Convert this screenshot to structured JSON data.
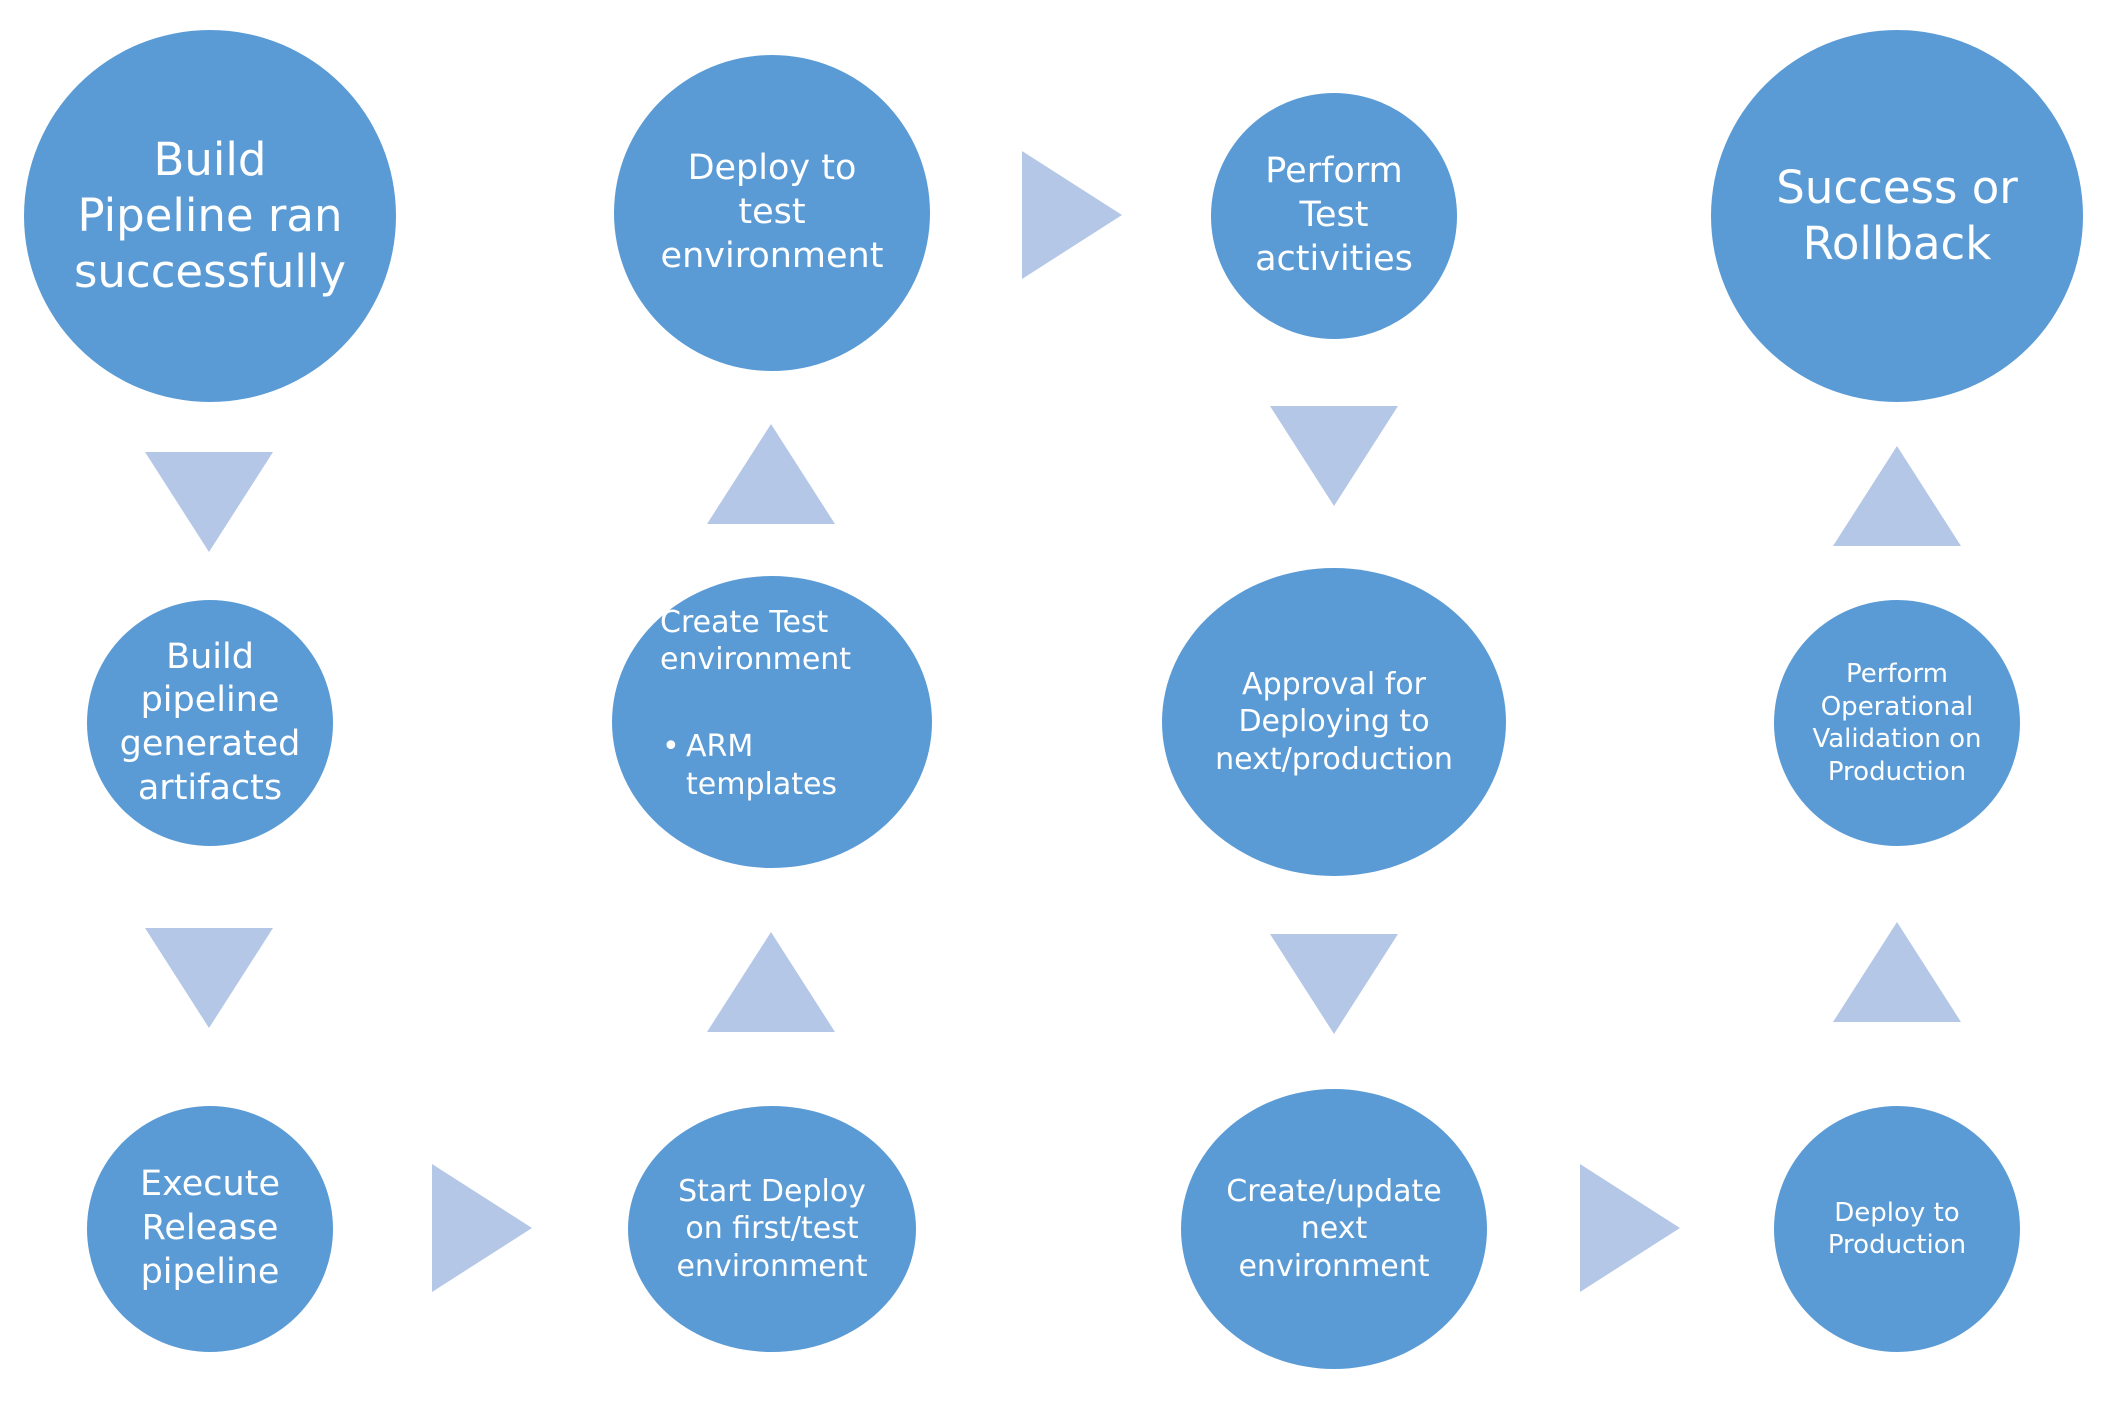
{
  "colors": {
    "node_fill": "#5b9bd5",
    "arrow_fill": "#b4c7e7",
    "text": "#ffffff",
    "background": "#ffffff"
  },
  "nodes": {
    "build_pipeline_ran": "Build\nPipeline ran\nsuccessfully",
    "build_artifacts": "Build\npipeline\ngenerated\nartifacts",
    "execute_release": "Execute\nRelease\npipeline",
    "start_deploy": "Start Deploy\non first/test\nenvironment",
    "create_test_env": {
      "label": "Create Test\nenvironment",
      "bullets": [
        "ARM\ntemplates"
      ]
    },
    "deploy_test_env": "Deploy to\ntest\nenvironment",
    "perform_test": "Perform\nTest\nactivities",
    "approval": "Approval for\nDeploying to\nnext/production",
    "create_update_env": "Create/update\nnext\nenvironment",
    "deploy_production": "Deploy to\nProduction",
    "operational_validation": "Perform\nOperational\nValidation on\nProduction",
    "success_rollback": "Success or\nRollback"
  },
  "arrows": [
    {
      "from": "build_pipeline_ran",
      "to": "build_artifacts",
      "direction": "down"
    },
    {
      "from": "build_artifacts",
      "to": "execute_release",
      "direction": "down"
    },
    {
      "from": "execute_release",
      "to": "start_deploy",
      "direction": "right"
    },
    {
      "from": "start_deploy",
      "to": "create_test_env",
      "direction": "up"
    },
    {
      "from": "create_test_env",
      "to": "deploy_test_env",
      "direction": "up"
    },
    {
      "from": "deploy_test_env",
      "to": "perform_test",
      "direction": "right"
    },
    {
      "from": "perform_test",
      "to": "approval",
      "direction": "down"
    },
    {
      "from": "approval",
      "to": "create_update_env",
      "direction": "down"
    },
    {
      "from": "create_update_env",
      "to": "deploy_production",
      "direction": "right"
    },
    {
      "from": "deploy_production",
      "to": "operational_validation",
      "direction": "up"
    },
    {
      "from": "operational_validation",
      "to": "success_rollback",
      "direction": "up"
    }
  ]
}
